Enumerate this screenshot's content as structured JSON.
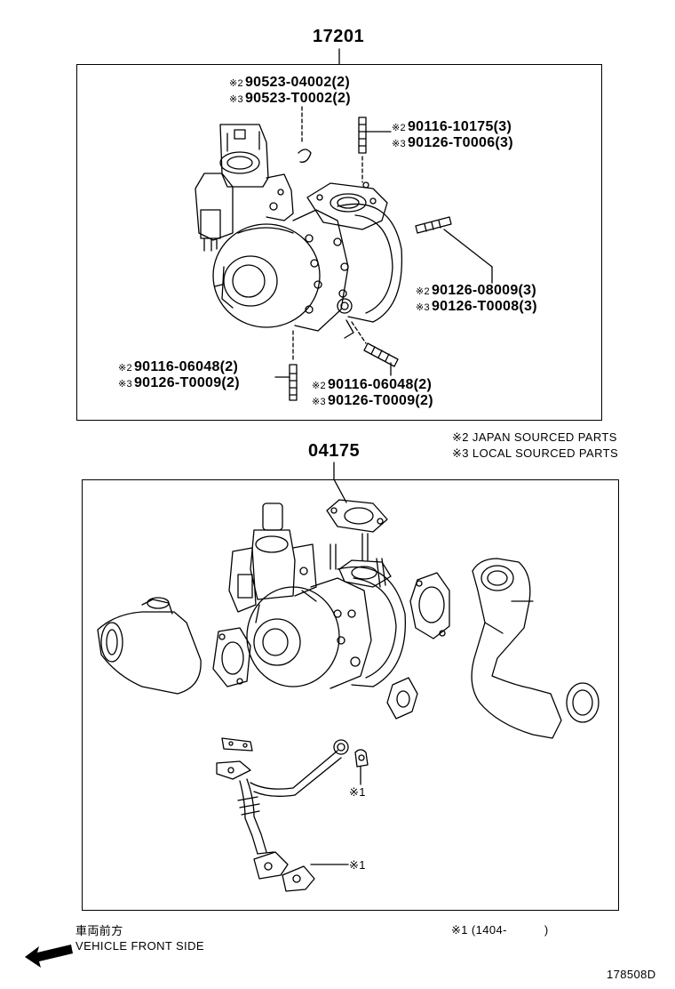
{
  "assembly_1": {
    "number": "17201",
    "callouts": [
      {
        "id": "c1",
        "mark2": "※2",
        "pn2": "90523-04002(2)",
        "mark3": "※3",
        "pn3": "90523-T0002(2)"
      },
      {
        "id": "c2",
        "mark2": "※2",
        "pn2": "90116-10175(3)",
        "mark3": "※3",
        "pn3": "90126-T0006(3)"
      },
      {
        "id": "c3",
        "mark2": "※2",
        "pn2": "90126-08009(3)",
        "mark3": "※3",
        "pn3": "90126-T0008(3)"
      },
      {
        "id": "c4",
        "mark2": "※2",
        "pn2": "90116-06048(2)",
        "mark3": "※3",
        "pn3": "90126-T0009(2)"
      },
      {
        "id": "c5",
        "mark2": "※2",
        "pn2": "90116-06048(2)",
        "mark3": "※3",
        "pn3": "90126-T0009(2)"
      }
    ]
  },
  "legend": {
    "note2": "※2 JAPAN SOURCED PARTS",
    "note3": "※3 LOCAL SOURCED PARTS"
  },
  "assembly_2": {
    "number": "04175",
    "marks": [
      "※1",
      "※1"
    ]
  },
  "footer": {
    "direction_jp": "車両前方",
    "direction_en": "VEHICLE FRONT SIDE",
    "note1": "※1 (1404-",
    "note1_close": ")",
    "figure_id": "178508D"
  }
}
